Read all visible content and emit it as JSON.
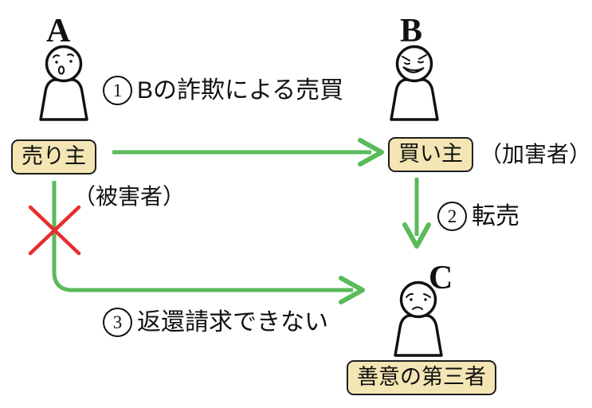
{
  "colors": {
    "arrow_green": "#5abb5a",
    "cross_red": "#e92d2d",
    "box_fill": "#f4e6b4",
    "box_border": "#1f1f1f",
    "ink": "#111111"
  },
  "people": {
    "a": {
      "letter": "A",
      "role_label": "売り主",
      "status_label": "（被害者）"
    },
    "b": {
      "letter": "B",
      "role_label": "買い主",
      "status_label": "（加害者）"
    },
    "c": {
      "letter": "C",
      "role_label": "善意の第三者"
    }
  },
  "annotations": {
    "step1": {
      "number": "1",
      "label": "Bの詐欺による売買"
    },
    "step2": {
      "number": "2",
      "label": "転売"
    },
    "step3": {
      "number": "3",
      "label": "返還請求できない"
    }
  }
}
